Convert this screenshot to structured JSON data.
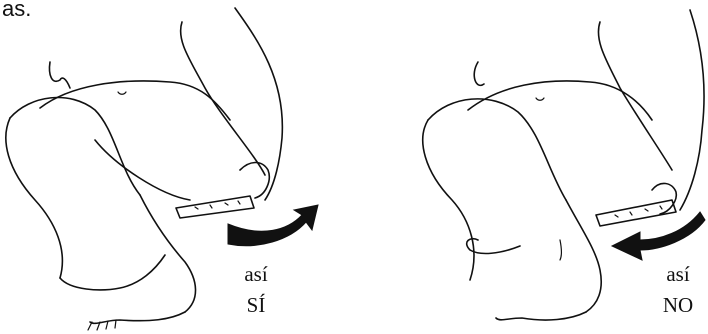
{
  "caption": {
    "partial_text": "as."
  },
  "panels": [
    {
      "id": "correct",
      "label_top": "así",
      "label_bottom": "SÍ",
      "arrow_direction": "right-upward"
    },
    {
      "id": "incorrect",
      "label_top": "así",
      "label_bottom": "NO",
      "arrow_direction": "left-downward"
    }
  ],
  "colors": {
    "ink": "#111111",
    "background": "#ffffff"
  }
}
